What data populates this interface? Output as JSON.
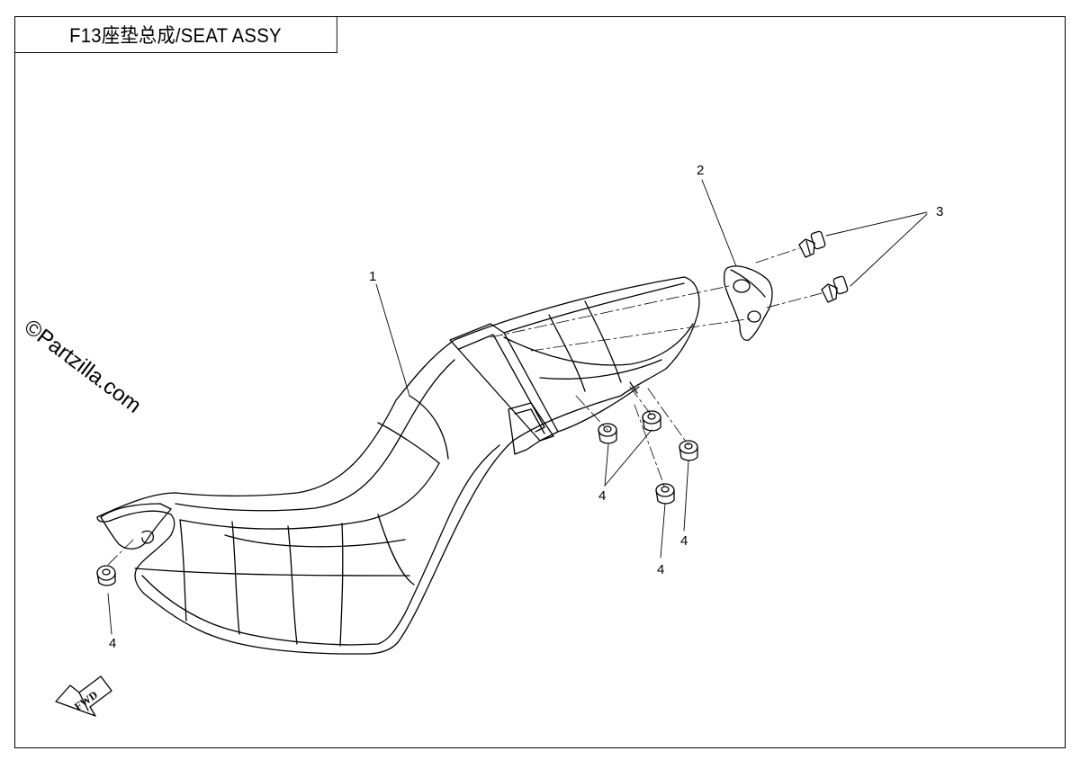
{
  "header": {
    "title": "F13座垫总成/SEAT ASSY"
  },
  "watermark": "©Partzilla.com",
  "fwd_label": "FWD",
  "callouts": {
    "seat": "1",
    "bracket": "2",
    "bolts": "3",
    "grommet_front": "4",
    "grommet_left": "4",
    "grommet_mid": "4",
    "grommet_right": "4"
  },
  "colors": {
    "line": "#000000",
    "background": "#ffffff"
  }
}
